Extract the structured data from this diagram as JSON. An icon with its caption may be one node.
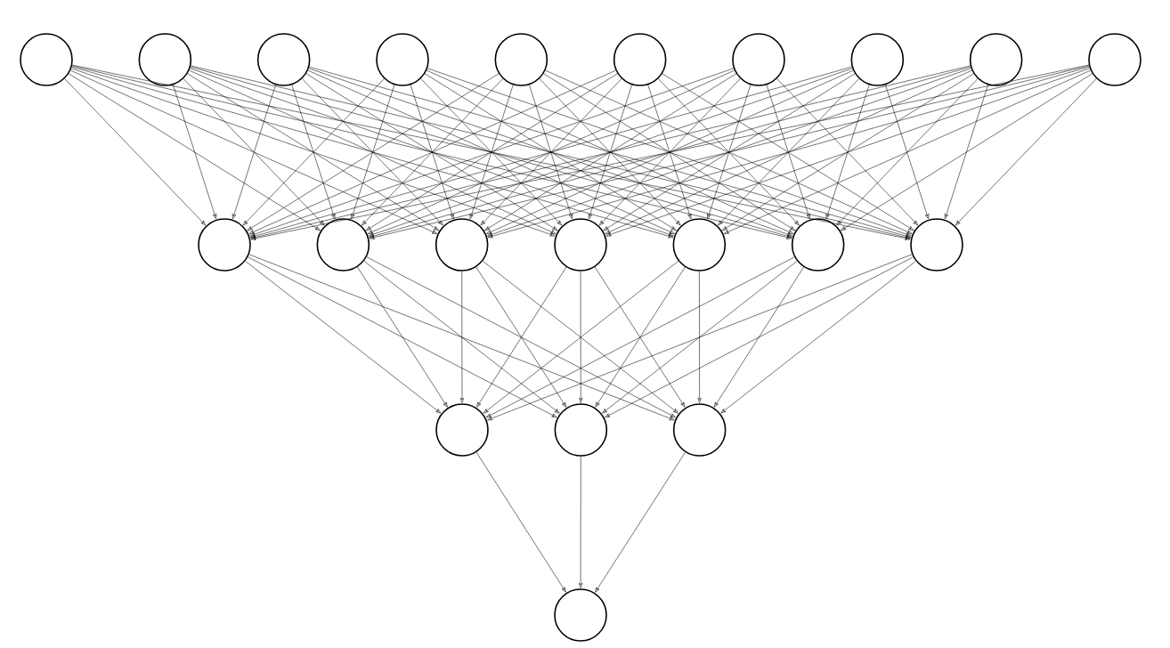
{
  "diagram": {
    "nodes": [
      {
        "text": [],
        "shape": "circle"
      },
      {
        "text": [],
        "shape": "circle"
      },
      {
        "text": [],
        "shape": "circle"
      },
      {
        "text": [],
        "shape": "circle"
      },
      {
        "text": [],
        "shape": "circle"
      },
      {
        "text": [],
        "shape": "circle"
      },
      {
        "text": [],
        "shape": "circle"
      },
      {
        "text": [],
        "shape": "circle"
      },
      {
        "text": [],
        "shape": "circle"
      },
      {
        "text": [],
        "shape": "circle"
      },
      {
        "text": [],
        "shape": "circle"
      },
      {
        "text": [],
        "shape": "circle"
      },
      {
        "text": [],
        "shape": "circle"
      },
      {
        "text": [],
        "shape": "circle"
      },
      {
        "text": [],
        "shape": "circle"
      },
      {
        "text": [],
        "shape": "circle"
      },
      {
        "text": [],
        "shape": "circle"
      },
      {
        "text": [],
        "shape": "circle"
      },
      {
        "text": [],
        "shape": "circle"
      },
      {
        "text": [],
        "shape": "circle"
      },
      {
        "text": [],
        "shape": "circle"
      }
    ],
    "edges": [
      {
        "from": 0,
        "to": 10,
        "arrow": "to"
      },
      {
        "from": 0,
        "to": 11,
        "arrow": "to"
      },
      {
        "from": 0,
        "to": 12,
        "arrow": "to"
      },
      {
        "from": 0,
        "to": 13,
        "arrow": "to"
      },
      {
        "from": 0,
        "to": 14,
        "arrow": "to"
      },
      {
        "from": 0,
        "to": 15,
        "arrow": "to"
      },
      {
        "from": 0,
        "to": 16,
        "arrow": "to"
      },
      {
        "from": 1,
        "to": 10,
        "arrow": "to"
      },
      {
        "from": 1,
        "to": 11,
        "arrow": "to"
      },
      {
        "from": 1,
        "to": 12,
        "arrow": "to"
      },
      {
        "from": 1,
        "to": 13,
        "arrow": "to"
      },
      {
        "from": 1,
        "to": 14,
        "arrow": "to"
      },
      {
        "from": 1,
        "to": 15,
        "arrow": "to"
      },
      {
        "from": 1,
        "to": 16,
        "arrow": "to"
      },
      {
        "from": 2,
        "to": 10,
        "arrow": "to"
      },
      {
        "from": 2,
        "to": 11,
        "arrow": "to"
      },
      {
        "from": 2,
        "to": 12,
        "arrow": "to"
      },
      {
        "from": 2,
        "to": 13,
        "arrow": "to"
      },
      {
        "from": 2,
        "to": 14,
        "arrow": "to"
      },
      {
        "from": 2,
        "to": 15,
        "arrow": "to"
      },
      {
        "from": 2,
        "to": 16,
        "arrow": "to"
      },
      {
        "from": 3,
        "to": 10,
        "arrow": "to"
      },
      {
        "from": 3,
        "to": 11,
        "arrow": "to"
      },
      {
        "from": 3,
        "to": 12,
        "arrow": "to"
      },
      {
        "from": 3,
        "to": 13,
        "arrow": "to"
      },
      {
        "from": 3,
        "to": 14,
        "arrow": "to"
      },
      {
        "from": 3,
        "to": 15,
        "arrow": "to"
      },
      {
        "from": 3,
        "to": 16,
        "arrow": "to"
      },
      {
        "from": 4,
        "to": 10,
        "arrow": "to"
      },
      {
        "from": 4,
        "to": 11,
        "arrow": "to"
      },
      {
        "from": 4,
        "to": 12,
        "arrow": "to"
      },
      {
        "from": 4,
        "to": 13,
        "arrow": "to"
      },
      {
        "from": 4,
        "to": 14,
        "arrow": "to"
      },
      {
        "from": 4,
        "to": 15,
        "arrow": "to"
      },
      {
        "from": 4,
        "to": 16,
        "arrow": "to"
      },
      {
        "from": 5,
        "to": 10,
        "arrow": "to"
      },
      {
        "from": 5,
        "to": 11,
        "arrow": "to"
      },
      {
        "from": 5,
        "to": 12,
        "arrow": "to"
      },
      {
        "from": 5,
        "to": 13,
        "arrow": "to"
      },
      {
        "from": 5,
        "to": 14,
        "arrow": "to"
      },
      {
        "from": 5,
        "to": 15,
        "arrow": "to"
      },
      {
        "from": 5,
        "to": 16,
        "arrow": "to"
      },
      {
        "from": 6,
        "to": 10,
        "arrow": "to"
      },
      {
        "from": 6,
        "to": 11,
        "arrow": "to"
      },
      {
        "from": 6,
        "to": 12,
        "arrow": "to"
      },
      {
        "from": 6,
        "to": 13,
        "arrow": "to"
      },
      {
        "from": 6,
        "to": 14,
        "arrow": "to"
      },
      {
        "from": 6,
        "to": 15,
        "arrow": "to"
      },
      {
        "from": 6,
        "to": 16,
        "arrow": "to"
      },
      {
        "from": 7,
        "to": 10,
        "arrow": "to"
      },
      {
        "from": 7,
        "to": 11,
        "arrow": "to"
      },
      {
        "from": 7,
        "to": 12,
        "arrow": "to"
      },
      {
        "from": 7,
        "to": 13,
        "arrow": "to"
      },
      {
        "from": 7,
        "to": 14,
        "arrow": "to"
      },
      {
        "from": 7,
        "to": 15,
        "arrow": "to"
      },
      {
        "from": 7,
        "to": 16,
        "arrow": "to"
      },
      {
        "from": 8,
        "to": 10,
        "arrow": "to"
      },
      {
        "from": 8,
        "to": 11,
        "arrow": "to"
      },
      {
        "from": 8,
        "to": 12,
        "arrow": "to"
      },
      {
        "from": 8,
        "to": 13,
        "arrow": "to"
      },
      {
        "from": 8,
        "to": 14,
        "arrow": "to"
      },
      {
        "from": 8,
        "to": 15,
        "arrow": "to"
      },
      {
        "from": 8,
        "to": 16,
        "arrow": "to"
      },
      {
        "from": 9,
        "to": 10,
        "arrow": "to"
      },
      {
        "from": 9,
        "to": 11,
        "arrow": "to"
      },
      {
        "from": 9,
        "to": 12,
        "arrow": "to"
      },
      {
        "from": 9,
        "to": 13,
        "arrow": "to"
      },
      {
        "from": 9,
        "to": 14,
        "arrow": "to"
      },
      {
        "from": 9,
        "to": 15,
        "arrow": "to"
      },
      {
        "from": 9,
        "to": 16,
        "arrow": "to"
      },
      {
        "from": 10,
        "to": 17,
        "arrow": "to"
      },
      {
        "from": 10,
        "to": 18,
        "arrow": "to"
      },
      {
        "from": 10,
        "to": 19,
        "arrow": "to"
      },
      {
        "from": 11,
        "to": 17,
        "arrow": "to"
      },
      {
        "from": 11,
        "to": 18,
        "arrow": "to"
      },
      {
        "from": 11,
        "to": 19,
        "arrow": "to"
      },
      {
        "from": 12,
        "to": 17,
        "arrow": "to"
      },
      {
        "from": 12,
        "to": 18,
        "arrow": "to"
      },
      {
        "from": 12,
        "to": 19,
        "arrow": "to"
      },
      {
        "from": 13,
        "to": 17,
        "arrow": "to"
      },
      {
        "from": 13,
        "to": 18,
        "arrow": "to"
      },
      {
        "from": 13,
        "to": 19,
        "arrow": "to"
      },
      {
        "from": 14,
        "to": 17,
        "arrow": "to"
      },
      {
        "from": 14,
        "to": 18,
        "arrow": "to"
      },
      {
        "from": 14,
        "to": 19,
        "arrow": "to"
      },
      {
        "from": 15,
        "to": 17,
        "arrow": "to"
      },
      {
        "from": 15,
        "to": 18,
        "arrow": "to"
      },
      {
        "from": 15,
        "to": 19,
        "arrow": "to"
      },
      {
        "from": 16,
        "to": 17,
        "arrow": "to"
      },
      {
        "from": 16,
        "to": 18,
        "arrow": "to"
      },
      {
        "from": 16,
        "to": 19,
        "arrow": "to"
      },
      {
        "from": 17,
        "to": 20,
        "arrow": "to"
      },
      {
        "from": 18,
        "to": 20,
        "arrow": "to"
      },
      {
        "from": 19,
        "to": 20,
        "arrow": "to"
      }
    ]
  }
}
